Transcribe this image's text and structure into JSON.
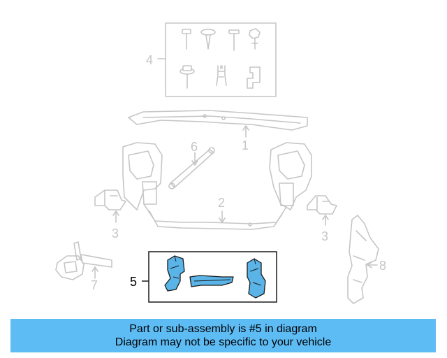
{
  "diagram": {
    "callouts": {
      "c1": "1",
      "c2": "2",
      "c3_left": "3",
      "c3_right": "3",
      "c4": "4",
      "c5": "5",
      "c6": "6",
      "c7": "7",
      "c8": "8"
    },
    "highlighted_part": "5",
    "colors": {
      "highlight": "#5ab4e8",
      "ghost": "#c6c6c6",
      "banner": "#5ebcf5"
    }
  },
  "banner": {
    "line1": "Part or sub-assembly is #5 in diagram",
    "line2": "Diagram may not be specific to your vehicle"
  }
}
